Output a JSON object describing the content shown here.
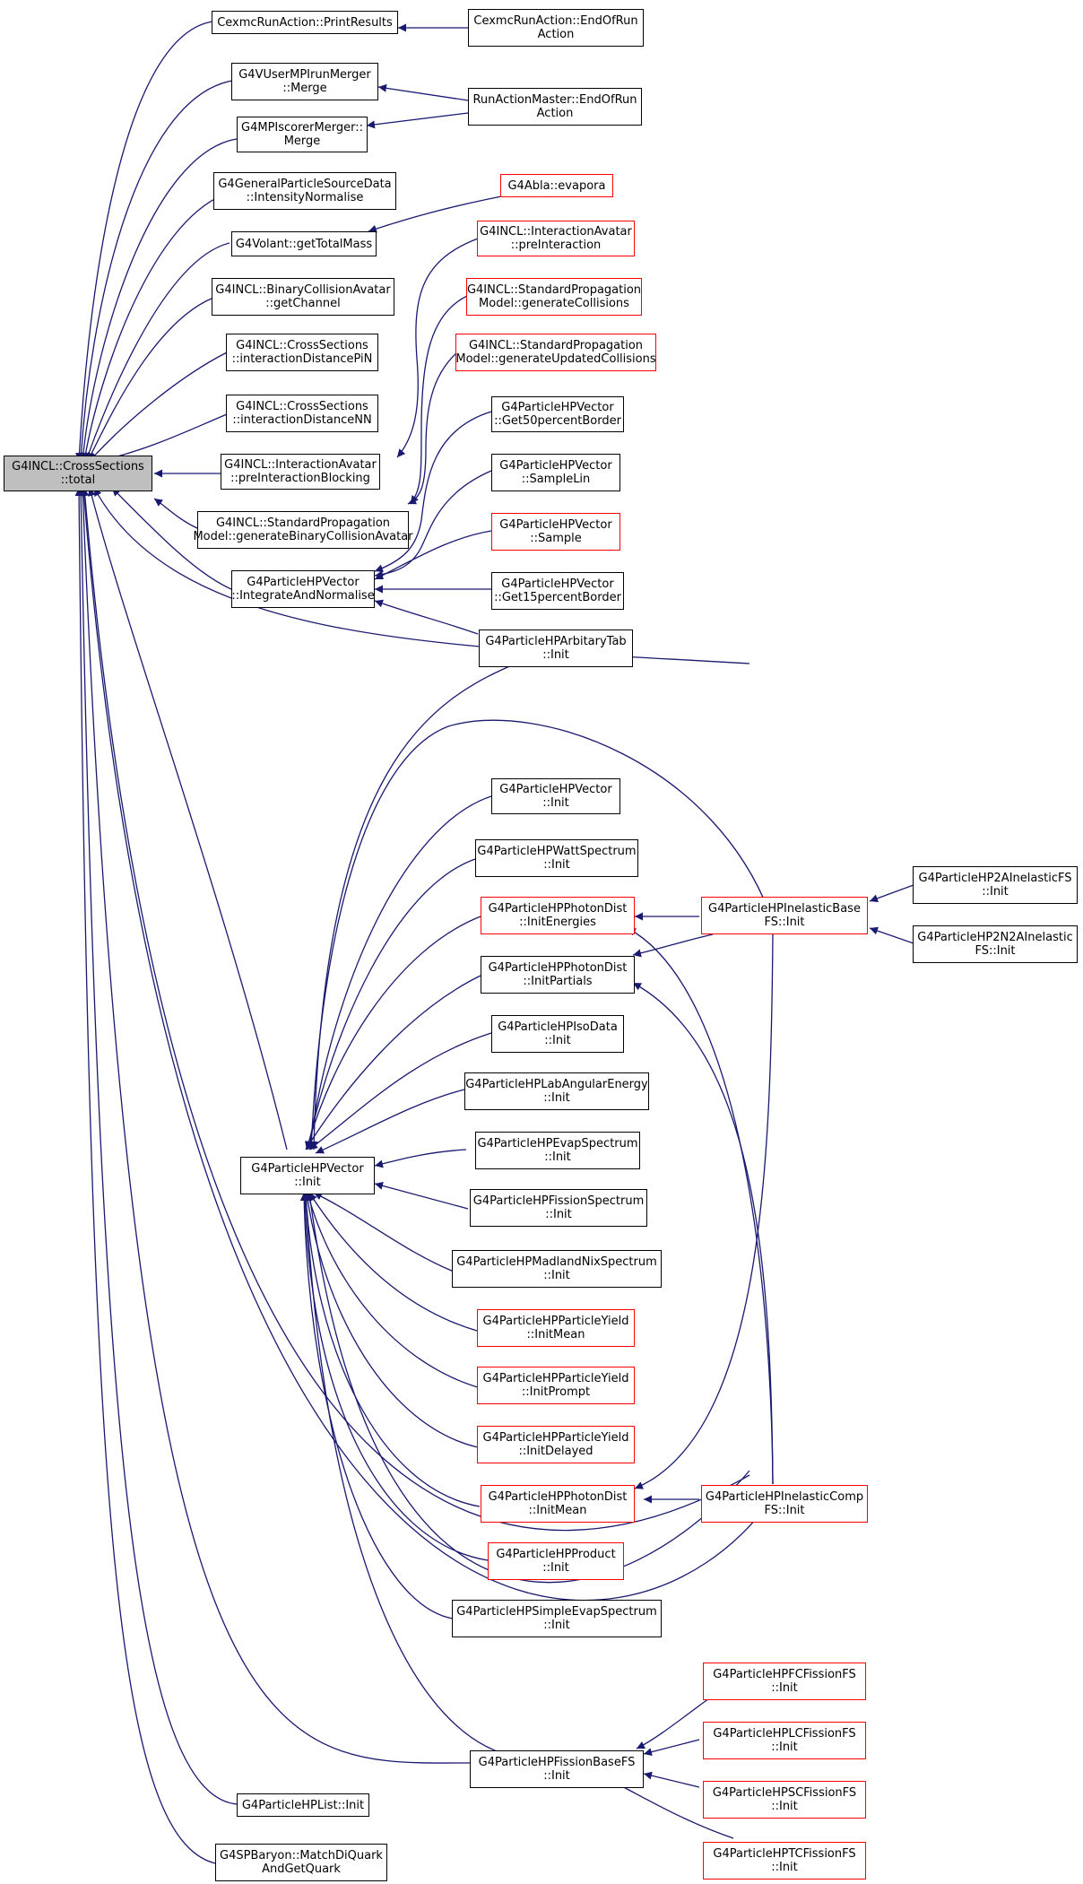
{
  "nodes": {
    "root": [
      "G4INCL::CrossSections",
      "::total"
    ],
    "cexmcPrint": [
      "CexmcRunAction::PrintResults"
    ],
    "cexmcEnd": [
      "CexmcRunAction::EndOfRun",
      "Action"
    ],
    "mpiRunMerge": [
      "G4VUserMPIrunMerger",
      "::Merge"
    ],
    "runMasterEnd": [
      "RunActionMaster::EndOfRun",
      "Action"
    ],
    "mpiScorer": [
      "G4MPIscorerMerger::",
      "Merge"
    ],
    "gpsData": [
      "G4GeneralParticleSourceData",
      "::IntensityNormalise"
    ],
    "abla": [
      "G4Abla::evapora"
    ],
    "volant": [
      "G4Volant::getTotalMass"
    ],
    "iaPre": [
      "G4INCL::InteractionAvatar",
      "::preInteraction"
    ],
    "binColl": [
      "G4INCL::BinaryCollisionAvatar",
      "::getChannel"
    ],
    "spmGenColl": [
      "G4INCL::StandardPropagation",
      "Model::generateCollisions"
    ],
    "csPiN": [
      "G4INCL::CrossSections",
      "::interactionDistancePiN"
    ],
    "spmGenUpd": [
      "G4INCL::StandardPropagation",
      "Model::generateUpdatedCollisions"
    ],
    "csNN": [
      "G4INCL::CrossSections",
      "::interactionDistanceNN"
    ],
    "vecGet50": [
      "G4ParticleHPVector",
      "::Get50percentBorder"
    ],
    "iaPreBlock": [
      "G4INCL::InteractionAvatar",
      "::preInteractionBlocking"
    ],
    "vecSampleLin": [
      "G4ParticleHPVector",
      "::SampleLin"
    ],
    "spmGenBin": [
      "G4INCL::StandardPropagation",
      "Model::generateBinaryCollisionAvatar"
    ],
    "vecSample": [
      "G4ParticleHPVector",
      "::Sample"
    ],
    "vecIntNorm": [
      "G4ParticleHPVector",
      "::IntegrateAndNormalise"
    ],
    "vecGet15": [
      "G4ParticleHPVector",
      "::Get15percentBorder"
    ],
    "arbTab": [
      "G4ParticleHPArbitaryTab",
      "::Init"
    ],
    "vecInit2": [
      "G4ParticleHPVector",
      "::Init"
    ],
    "watt": [
      "G4ParticleHPWattSpectrum",
      "::Init"
    ],
    "photonEnergies": [
      "G4ParticleHPPhotonDist",
      "::InitEnergies"
    ],
    "inelBase": [
      "G4ParticleHPInelasticBase",
      "FS::Init"
    ],
    "hp2A": [
      "G4ParticleHP2AInelasticFS",
      "::Init"
    ],
    "photonPartials": [
      "G4ParticleHPPhotonDist",
      "::InitPartials"
    ],
    "hp2N2A": [
      "G4ParticleHP2N2AInelastic",
      "FS::Init"
    ],
    "isoData": [
      "G4ParticleHPIsoData",
      "::Init"
    ],
    "labAng": [
      "G4ParticleHPLabAngularEnergy",
      "::Init"
    ],
    "evapSpec": [
      "G4ParticleHPEvapSpectrum",
      "::Init"
    ],
    "vecInit": [
      "G4ParticleHPVector",
      "::Init"
    ],
    "fissSpec": [
      "G4ParticleHPFissionSpectrum",
      "::Init"
    ],
    "madland": [
      "G4ParticleHPMadlandNixSpectrum",
      "::Init"
    ],
    "yieldMean": [
      "G4ParticleHPParticleYield",
      "::InitMean"
    ],
    "yieldPrompt": [
      "G4ParticleHPParticleYield",
      "::InitPrompt"
    ],
    "yieldDelayed": [
      "G4ParticleHPParticleYield",
      "::InitDelayed"
    ],
    "photonMean": [
      "G4ParticleHPPhotonDist",
      "::InitMean"
    ],
    "inelComp": [
      "G4ParticleHPInelasticComp",
      "FS::Init"
    ],
    "product": [
      "G4ParticleHPProduct",
      "::Init"
    ],
    "simpleEvap": [
      "G4ParticleHPSimpleEvapSpectrum",
      "::Init"
    ],
    "fcFission": [
      "G4ParticleHPFCFissionFS",
      "::Init"
    ],
    "lcFission": [
      "G4ParticleHPLCFissionFS",
      "::Init"
    ],
    "fissBase": [
      "G4ParticleHPFissionBaseFS",
      "::Init"
    ],
    "scFission": [
      "G4ParticleHPSCFissionFS",
      "::Init"
    ],
    "hpList": [
      "G4ParticleHPList::Init"
    ],
    "tcFission": [
      "G4ParticleHPTCFissionFS",
      "::Init"
    ],
    "spBaryon": [
      "G4SPBaryon::MatchDiQuark",
      "AndGetQuark"
    ]
  },
  "colors": {
    "edge": "#191970",
    "node_border": "#000000",
    "truncated_border": "#ff0000",
    "root_fill": "#bfbfbf"
  }
}
